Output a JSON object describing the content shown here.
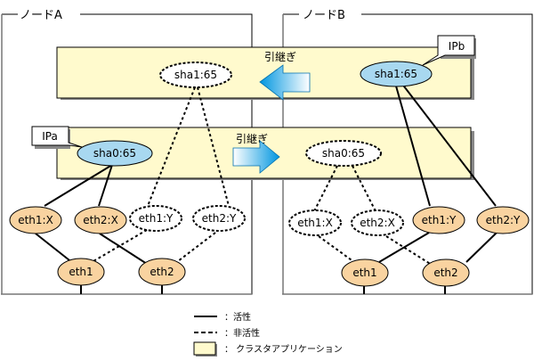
{
  "diagram": {
    "nodes": [
      {
        "title": "ノードA"
      },
      {
        "title": "ノードB"
      }
    ],
    "apps": {
      "top": {
        "handover_label": "引継ぎ",
        "direction": "left",
        "resource_A": {
          "label": "sha1:65",
          "state": "inactive"
        },
        "resource_B": {
          "label": "sha1:65",
          "state": "active",
          "callout": "IPb"
        }
      },
      "bottom": {
        "handover_label": "引継ぎ",
        "direction": "right",
        "resource_A": {
          "label": "sha0:65",
          "state": "active",
          "callout": "IPa"
        },
        "resource_B": {
          "label": "sha0:65",
          "state": "inactive"
        }
      }
    },
    "node_A": {
      "logical": [
        {
          "label": "eth1:X",
          "state": "active"
        },
        {
          "label": "eth2:X",
          "state": "active"
        },
        {
          "label": "eth1:Y",
          "state": "inactive"
        },
        {
          "label": "eth2:Y",
          "state": "inactive"
        }
      ],
      "physical": [
        {
          "label": "eth1"
        },
        {
          "label": "eth2"
        }
      ]
    },
    "node_B": {
      "logical": [
        {
          "label": "eth1:X",
          "state": "inactive"
        },
        {
          "label": "eth2:X",
          "state": "inactive"
        },
        {
          "label": "eth1:Y",
          "state": "active"
        },
        {
          "label": "eth2:Y",
          "state": "active"
        }
      ],
      "physical": [
        {
          "label": "eth1"
        },
        {
          "label": "eth2"
        }
      ]
    },
    "colors": {
      "app_fill": "#fffacd",
      "active_virtual_fill": "#a8d8f0",
      "nic_fill": "#f9d3a0",
      "arrow_blue": "#0099e6"
    }
  },
  "legend": {
    "active": "：活性",
    "inactive": "：非活性",
    "app": "： クラスタアプリケーション"
  }
}
